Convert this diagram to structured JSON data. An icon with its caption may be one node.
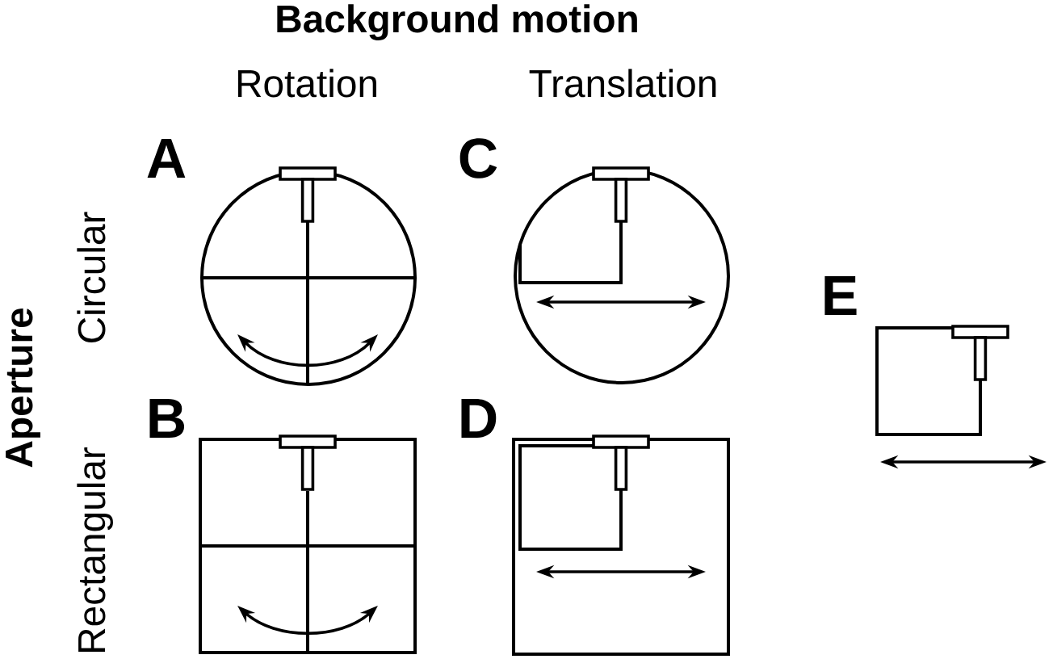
{
  "diagram": {
    "title": "Background motion",
    "labels": [
      "Rotation",
      "Translation",
      "A",
      "C",
      "Circular",
      "Aperture",
      "E",
      "B",
      "D",
      "Rectangular"
    ]
  }
}
